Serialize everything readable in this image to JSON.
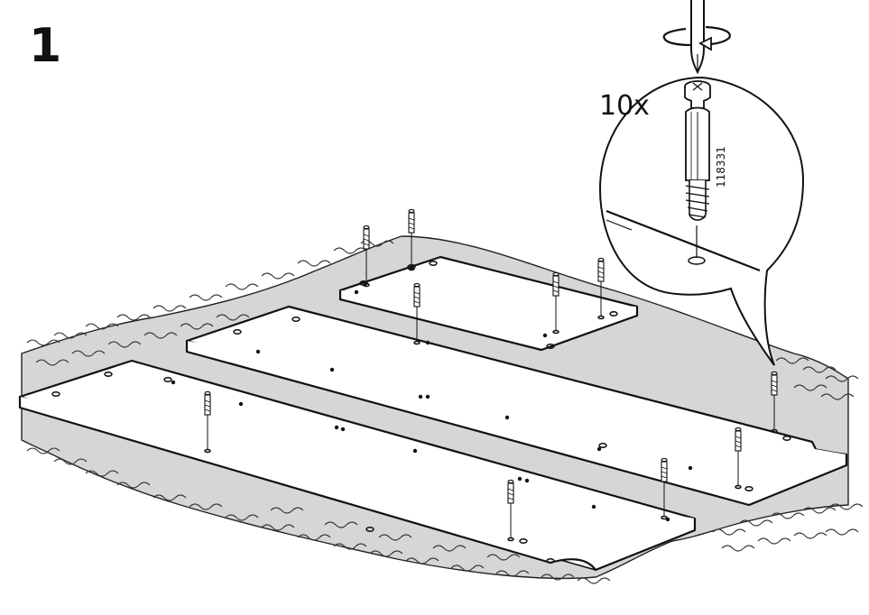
{
  "instruction": {
    "step_number": "1",
    "quantity_label": "10x",
    "part_number": "118331",
    "icons": [
      "screwdriver-icon",
      "rotate-clockwise-icon",
      "cam-dowel-icon"
    ],
    "colors": {
      "ink": "#111111",
      "floor": "#d6d6d6",
      "board": "#ffffff",
      "background": "#ffffff"
    }
  }
}
